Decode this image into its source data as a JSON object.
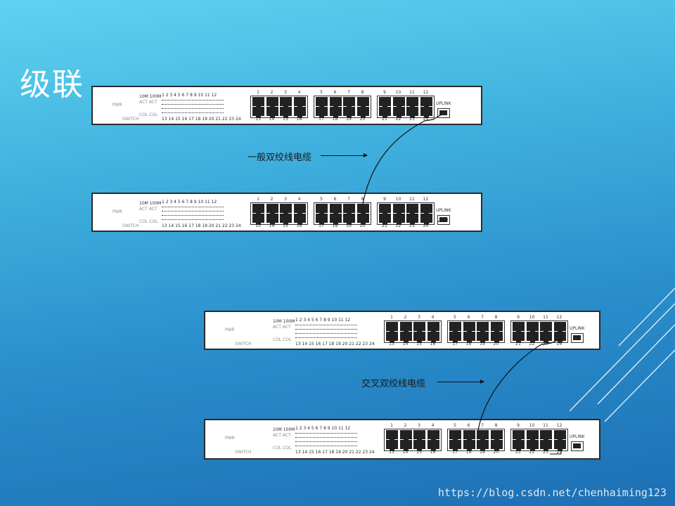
{
  "title": "级联",
  "switch_labels": {
    "pwr": "PWR",
    "speed": "10M 100M",
    "act": "ACT ACT",
    "col": "COL COL",
    "switch": "SWITCH",
    "leds_top": "1 2 3 4 5 6 7 8 9 10 11 12",
    "leds_bottom": "13 14 15 16 17 18 19 20 21 22 23 24",
    "uplink": "UPLINK"
  },
  "port_numbers_top": [
    "1",
    "2",
    "3",
    "4",
    "5",
    "6",
    "7",
    "8",
    "9",
    "10",
    "11",
    "12"
  ],
  "port_numbers_bottom": [
    "13",
    "14",
    "15",
    "16",
    "17",
    "18",
    "19",
    "20",
    "21",
    "22",
    "23",
    "24"
  ],
  "cable_labels": {
    "straight": "一般双绞线电缆",
    "crossover": "交叉双绞线电缆"
  },
  "watermark": "https://blog.csdn.net/chenhaiming123",
  "colors": {
    "background_top": "#5fd3f0",
    "background_bottom": "#1d6fb3",
    "switch_body": "#ffffff",
    "port": "#222222"
  }
}
